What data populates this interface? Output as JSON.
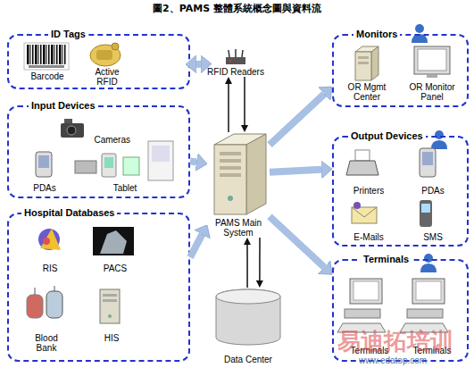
{
  "diagram": {
    "title": "圖2、PAMS 整體系統概念圖與資料流",
    "nodes": [
      {
        "text": [
          "ID Tags"
        ]
      },
      {
        "text": [
          "Barcode"
        ],
        "in": 0
      },
      {
        "text": [
          "Active RFID"
        ],
        "in": 0
      },
      {
        "text": [
          "RFID Readers"
        ]
      },
      {
        "text": [
          "Monitors"
        ]
      },
      {
        "text": [
          "OR Mgmt Center"
        ],
        "in": 4
      },
      {
        "text": [
          "OR Monitor Panel"
        ],
        "in": 4
      },
      {
        "text": [
          "Input Devices"
        ]
      },
      {
        "text": [
          "Cameras"
        ],
        "in": 7
      },
      {
        "text": [
          "PDAs"
        ],
        "in": 7
      },
      {
        "text": [
          "Tablet"
        ],
        "in": 7
      },
      {
        "text": [
          "PAMS Main System"
        ]
      },
      {
        "text": [
          "Output Devices"
        ]
      },
      {
        "text": [
          "Printers"
        ],
        "in": 12
      },
      {
        "text": [
          "PDAs"
        ],
        "in": 12
      },
      {
        "text": [
          "E-Mails"
        ],
        "in": 12
      },
      {
        "text": [
          "SMS"
        ],
        "in": 12
      },
      {
        "text": [
          "Hospital Databases"
        ]
      },
      {
        "text": [
          "RIS"
        ],
        "in": 17
      },
      {
        "text": [
          "PACS"
        ],
        "in": 17
      },
      {
        "text": [
          "Blood Bank"
        ],
        "in": 17
      },
      {
        "text": [
          "HIS"
        ],
        "in": 17
      },
      {
        "text": [
          "Terminals"
        ]
      },
      {
        "text": [
          "Terminals"
        ],
        "in": 22
      },
      {
        "text": [
          "Terminals"
        ],
        "in": 22
      },
      {
        "text": [
          "Data Center"
        ]
      }
    ],
    "edges": [
      {
        "from": 0,
        "to": 3,
        "arrow": "both"
      },
      {
        "from": 11,
        "to": 3,
        "arrow": "to"
      },
      {
        "from": 3,
        "to": 11,
        "arrow": "to"
      },
      {
        "from": 7,
        "to": 11,
        "arrow": "to"
      },
      {
        "from": 17,
        "to": 11,
        "arrow": "to"
      },
      {
        "from": 11,
        "to": 4,
        "arrow": "to"
      },
      {
        "from": 11,
        "to": 12,
        "arrow": "to"
      },
      {
        "from": 11,
        "to": 22,
        "arrow": "to"
      },
      {
        "from": 25,
        "to": 11,
        "arrow": "to"
      },
      {
        "from": 11,
        "to": 25,
        "arrow": "to"
      }
    ],
    "labels": [
      "易迪拓培训",
      "www.edatop.com"
    ]
  }
}
